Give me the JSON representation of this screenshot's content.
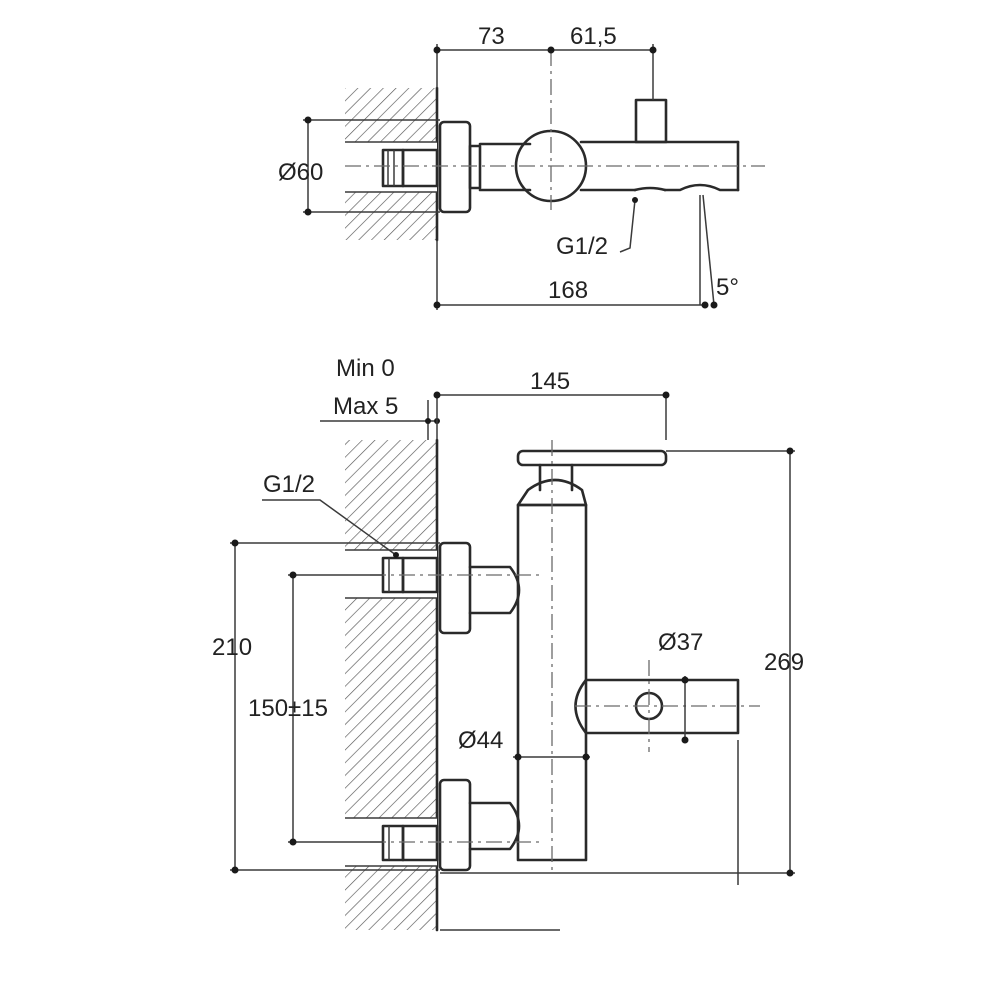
{
  "top_view": {
    "dim_73": "73",
    "dim_61_5": "61,5",
    "diam_60": "Ø60",
    "thread_g12": "G1/2",
    "dim_168": "168",
    "angle_5": "5°"
  },
  "front_view": {
    "min_0": "Min 0",
    "max_5": "Max 5",
    "dim_145": "145",
    "thread_g12": "G1/2",
    "dim_210": "210",
    "dim_150": "150±15",
    "diam_37": "Ø37",
    "dim_269": "269",
    "diam_44": "Ø44"
  },
  "colors": {
    "ink": "#2a2a2a",
    "paper": "#ffffff"
  }
}
